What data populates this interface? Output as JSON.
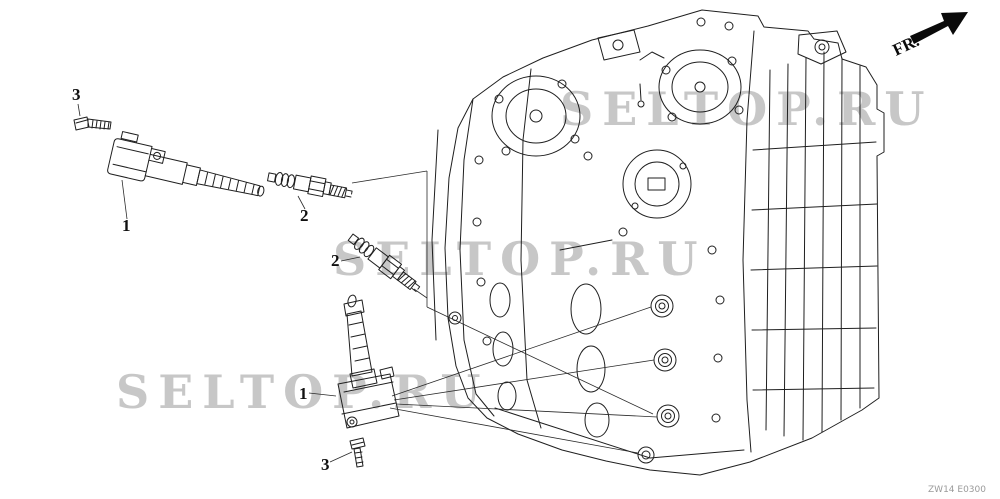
{
  "watermark": {
    "text": "SELTOP.RU",
    "color": "#8f8f8f"
  },
  "direction_indicator": {
    "label": "FR."
  },
  "callouts": {
    "ignition_coil": "1",
    "spark_plug": "2",
    "bolt": "3"
  },
  "footer": {
    "diagram_code": "ZW14 E0300"
  }
}
